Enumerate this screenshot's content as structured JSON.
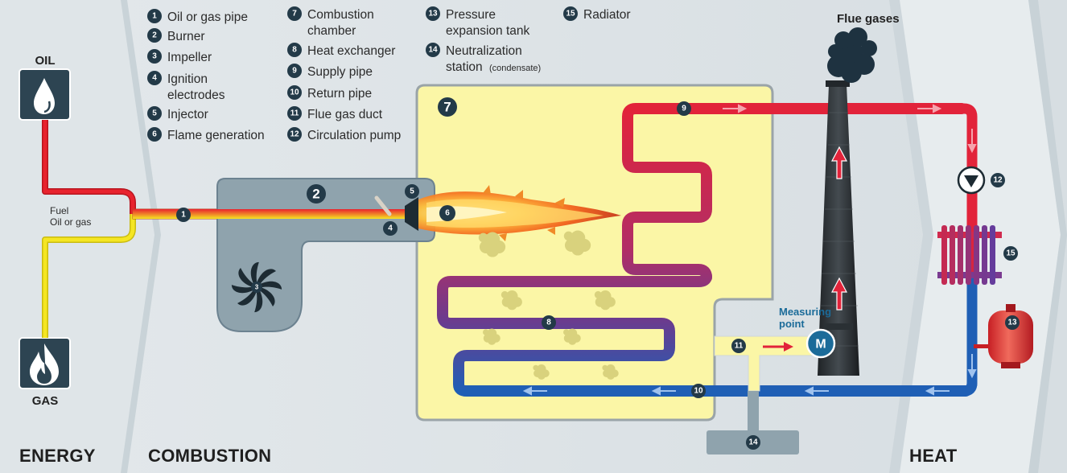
{
  "legend": [
    {
      "num": "1",
      "text": "Oil or gas pipe"
    },
    {
      "num": "2",
      "text": "Burner"
    },
    {
      "num": "3",
      "text": "Impeller"
    },
    {
      "num": "4",
      "text": "Ignition",
      "text2": "electrodes"
    },
    {
      "num": "5",
      "text": "Injector"
    },
    {
      "num": "6",
      "text": "Flame generation"
    },
    {
      "num": "7",
      "text": "Combustion",
      "text2": "chamber"
    },
    {
      "num": "8",
      "text": "Heat exchanger"
    },
    {
      "num": "9",
      "text": "Supply pipe"
    },
    {
      "num": "10",
      "text": "Return pipe"
    },
    {
      "num": "11",
      "text": "Flue gas duct"
    },
    {
      "num": "12",
      "text": "Circulation pump"
    },
    {
      "num": "13",
      "text": "Pressure",
      "text2": "expansion tank"
    },
    {
      "num": "14",
      "text": "Neutralization",
      "text2": "station",
      "note": "(condensate)"
    },
    {
      "num": "15",
      "text": "Radiator"
    }
  ],
  "labels": {
    "oil": "OIL",
    "gas": "GAS",
    "fuel_line1": "Fuel",
    "fuel_line2": "Oil or gas",
    "flue_gases": "Flue  gases",
    "measuring_line1": "Measuring",
    "measuring_line2": "point",
    "meter_letter": "M"
  },
  "sections": {
    "energy": "ENERGY",
    "combustion": "COMBUSTION",
    "heat": "HEAT"
  },
  "colors": {
    "oil_pipe": "#e8232e",
    "gas_pipe": "#f5e623",
    "supply_pipe": "#e21f2f",
    "return_pipe": "#1f5fb5",
    "chamber": "#fbf6a6",
    "burner": "#8fa3ad",
    "badge": "#233a48",
    "icon_box": "#2d4452"
  },
  "icons": {
    "oil": "oil-drop-icon",
    "gas": "gas-flame-icon",
    "fan": "impeller-fan-icon",
    "meter": "measuring-meter-icon",
    "pump": "circulation-pump-icon",
    "smoke": "smoke-cloud-icon"
  }
}
